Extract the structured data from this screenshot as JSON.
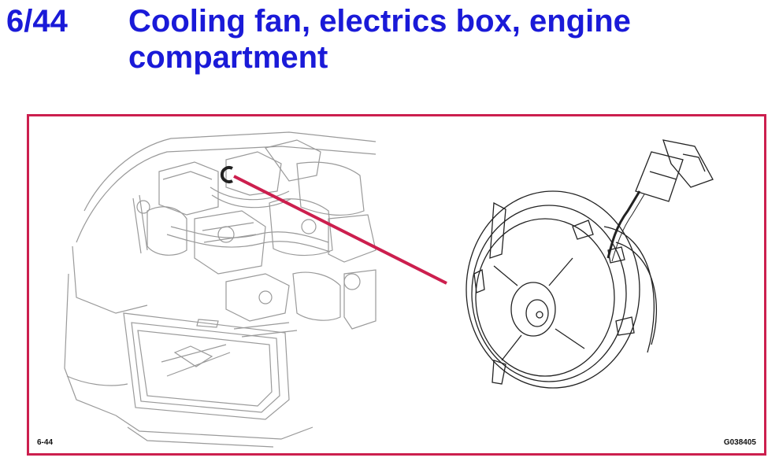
{
  "header": {
    "page_number": "6/44",
    "title": "Cooling fan, electrics box, engine compartment"
  },
  "figure": {
    "label_left": "6-44",
    "code": "G038405"
  },
  "colors": {
    "title": "#1a1ad8",
    "frame": "#cc1f4e",
    "pointer": "#cc1f4e",
    "line_art": "#9a9a9a",
    "line_art_dark": "#222222"
  },
  "icons": [
    "engine-compartment-drawing",
    "cooling-fan-drawing",
    "location-marker-icon",
    "pointer-line"
  ]
}
